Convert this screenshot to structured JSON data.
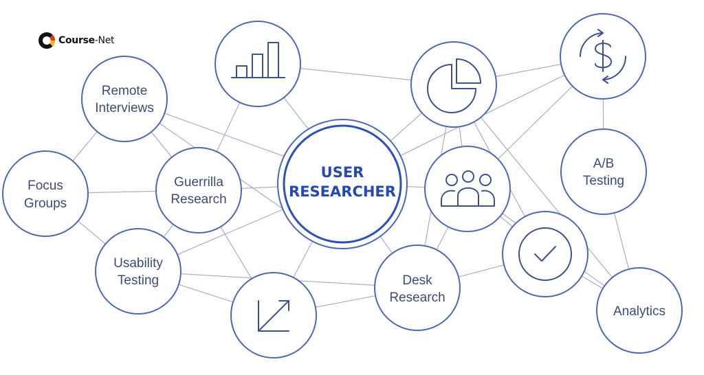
{
  "logo": {
    "brand_bold": "Course",
    "brand_rest": "-Net",
    "colors": {
      "ring": "#111111",
      "accent_red": "#e03a1e",
      "accent_yellow": "#f5b800"
    }
  },
  "colors": {
    "node_stroke": "#4a68b8",
    "edge": "#a9aec8",
    "label": "#3d4b7a",
    "center_text": "#2448b8",
    "icon": "#3d4f8f"
  },
  "center": {
    "line1": "USER",
    "line2": "RESEARCHER"
  },
  "nodes": {
    "remote_interviews": {
      "line1": "Remote",
      "line2": "Interviews"
    },
    "focus_groups": {
      "line1": "Focus",
      "line2": "Groups"
    },
    "guerrilla_research": {
      "line1": "Guerrilla",
      "line2": "Research"
    },
    "usability_testing": {
      "line1": "Usability",
      "line2": "Testing"
    },
    "desk_research": {
      "line1": "Desk",
      "line2": "Research"
    },
    "ab_testing": {
      "line1": "A/B",
      "line2": "Testing"
    },
    "analytics": {
      "line1": "Analytics"
    },
    "bar_chart": {
      "icon": "bar-chart-icon"
    },
    "pie_chart": {
      "icon": "pie-chart-icon"
    },
    "dollar_cycle": {
      "icon": "dollar-cycle-icon"
    },
    "team": {
      "icon": "team-icon"
    },
    "check": {
      "icon": "check-icon"
    },
    "growth": {
      "icon": "diagonal-arrow-icon"
    }
  }
}
